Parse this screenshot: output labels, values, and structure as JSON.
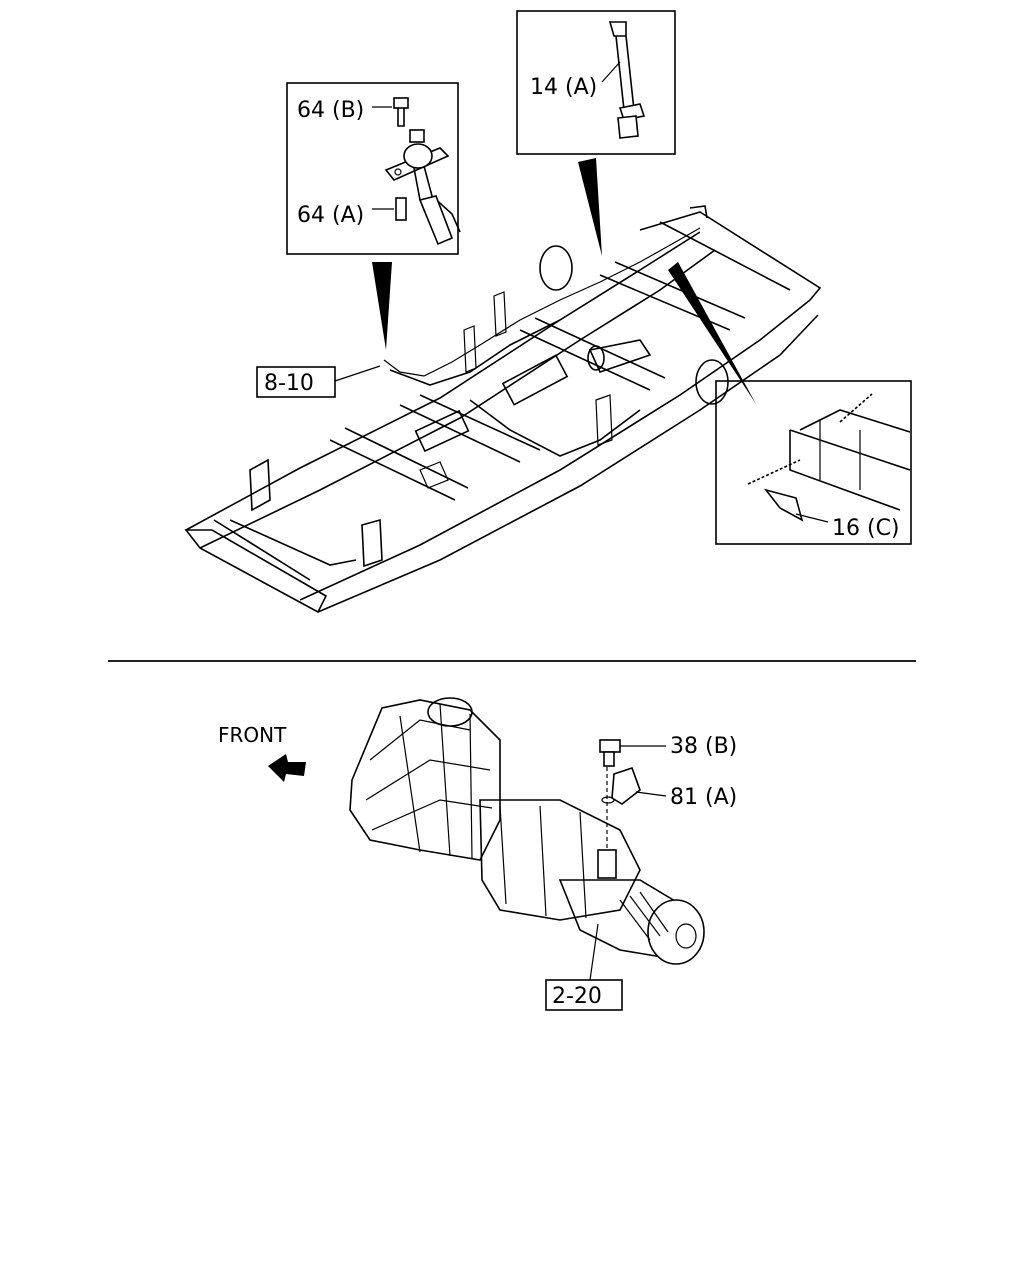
{
  "callouts": {
    "top_left_upper": "64 (B)",
    "top_left_lower": "64 (A)",
    "top_center": "14 (A)",
    "right_detail": "16 (C)",
    "ref_box_frame": "8-10",
    "front_label": "FRONT",
    "bottom_upper": "38 (B)",
    "bottom_lower": "81 (A)",
    "ref_box_transmission": "2-20"
  }
}
